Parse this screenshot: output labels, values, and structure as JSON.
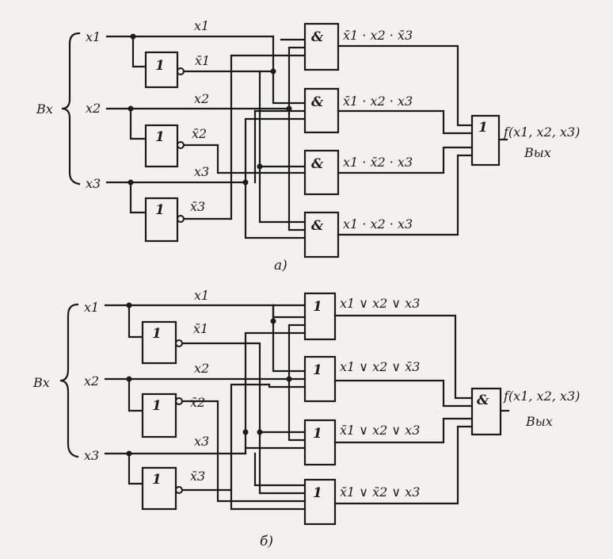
{
  "diagram_a": {
    "caption": "а)",
    "input_group": "Вх",
    "inputs": [
      "x1",
      "x2",
      "x3"
    ],
    "wire_labels": [
      "x1",
      "x2",
      "x3"
    ],
    "not_gate_symbol": "1",
    "not_outputs": [
      "x̄1",
      "x̄2",
      "x̄3"
    ],
    "and_gate_symbol": "&",
    "terms": [
      "x̄1 · x2 · x̄3",
      "x̄1 · x2 · x3",
      "x1 · x̄2 · x3",
      "x1 · x2 · x3"
    ],
    "output_gate_symbol": "1",
    "output_function": "f(x1, x2, x3)",
    "output_label": "Вых"
  },
  "diagram_b": {
    "caption": "б)",
    "input_group": "Вх",
    "inputs": [
      "x1",
      "x2",
      "x3"
    ],
    "wire_labels": [
      "x1",
      "x2",
      "x3"
    ],
    "not_gate_symbol": "1",
    "not_outputs": [
      "x̄1",
      "x̄2",
      "x̄3"
    ],
    "or_gate_symbol": "1",
    "terms": [
      "x1 ∨ x2 ∨ x3",
      "x1 ∨ x2 ∨ x̄3",
      "x̄1 ∨ x2 ∨ x3",
      "x̄1 ∨ x̄2 ∨ x3"
    ],
    "output_gate_symbol": "&",
    "output_function": "f(x1, x2, x3)",
    "output_label": "Вых"
  }
}
